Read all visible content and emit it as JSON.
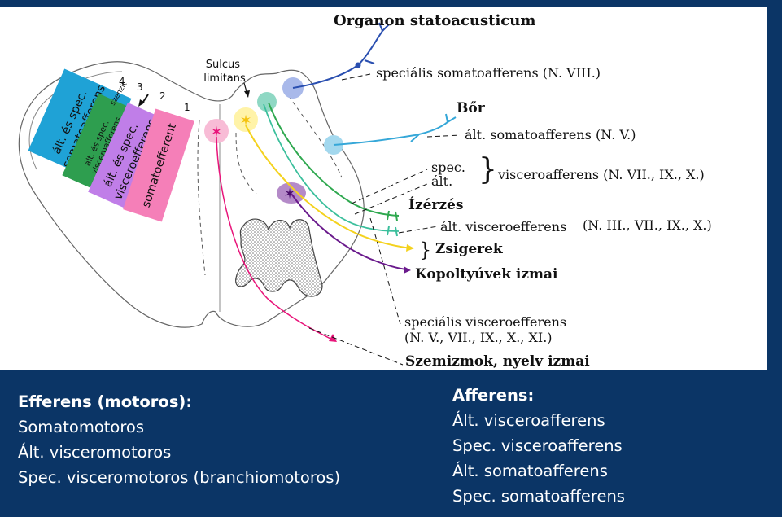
{
  "diagram": {
    "labels": {
      "sulcus_limitans": [
        "Sulcus",
        "limitans"
      ],
      "organon": "Organon statoacusticum",
      "spec_somatoaff": "speciális somatoafferens (N. VIII.)",
      "bor": "Bőr",
      "alt_somatoaff": "ált. somatoafferens (N. V.)",
      "spec_short": "spec.",
      "alt_short": "ált.",
      "visceroaff": "visceroafferens (N. VII., IX., X.)",
      "izerzes": "Ízérzés",
      "alt_visceroeff": "ált. visceroefferens",
      "visceroeff_nerves": "(N. III., VII., IX., X.)",
      "zsigerek": "Zsigerek",
      "kopoltyuvek": "Kopoltyúvek izmai",
      "spec_visceroeff": [
        "speciális visceroefferens",
        "(N. V., VII., IX., X., XI.)"
      ],
      "szemizmok": "Szemizmok, nyelv izmai"
    },
    "columns": [
      {
        "number": "1",
        "text": [
          "somatoefferent"
        ],
        "color": "#f57fb8"
      },
      {
        "number": "2",
        "text": [
          "ált. és spec.",
          "visceroefferens"
        ],
        "color": "#c07ee8"
      },
      {
        "number": "3",
        "text": [
          "ált. és spec.",
          "visceroafferens"
        ],
        "color": "#2e9e4f"
      },
      {
        "number": "4",
        "text": [
          "ált. és spec.",
          "somatoafferens"
        ],
        "color": "#1fa2d6"
      }
    ],
    "faint_text": "szenzit",
    "colors": {
      "pink": "#e8157a",
      "yellow": "#ffe033",
      "green": "#2fa84f",
      "teal": "#3bbf9c",
      "purple": "#6a1a8c",
      "blue": "#2a4fb0",
      "lightblue": "#35a7d8",
      "violet": "#c07ee8"
    }
  },
  "legend": {
    "efferent": {
      "title": "Efferens (motoros):",
      "items": [
        "Somatomotoros",
        "Ált. visceromotoros",
        "Spec. visceromotoros (branchiomotoros)"
      ]
    },
    "afferent": {
      "title": "Afferens:",
      "items": [
        "Ált. visceroafferens",
        "Spec. visceroafferens",
        "Ált. somatoafferens",
        "Spec. somatoafferens"
      ]
    }
  }
}
